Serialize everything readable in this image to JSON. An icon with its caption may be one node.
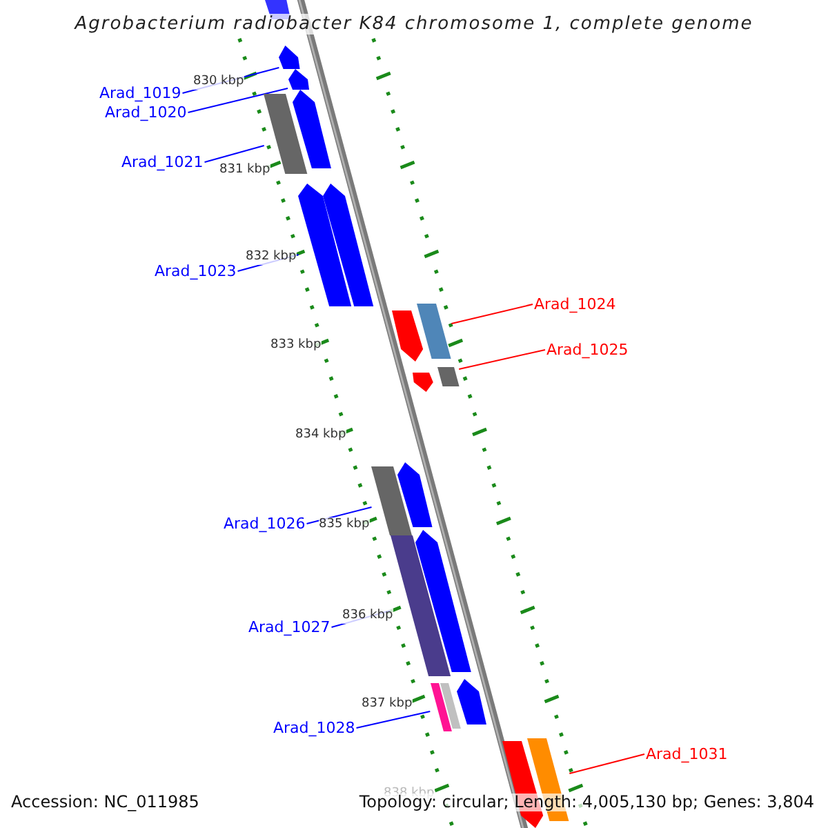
{
  "diagram": {
    "title": "Agrobacterium radiobacter K84 chromosome 1, complete genome",
    "nodes": [
      {
        "text": [
          "Arad_1019"
        ]
      },
      {
        "text": [
          "Arad_1020"
        ]
      },
      {
        "text": [
          "Arad_1021"
        ]
      },
      {
        "text": [
          "Arad_1023"
        ]
      },
      {
        "text": [
          "Arad_1024"
        ]
      },
      {
        "text": [
          "Arad_1025"
        ]
      },
      {
        "text": [
          "Arad_1026"
        ]
      },
      {
        "text": [
          "Arad_1027"
        ]
      },
      {
        "text": [
          "Arad_1028"
        ]
      },
      {
        "text": [
          "Arad_1031"
        ]
      },
      {
        "text": [],
        "shape": "arrow"
      },
      {
        "text": [],
        "shape": "arrow"
      },
      {
        "text": [],
        "shape": "bar"
      },
      {
        "text": [],
        "shape": "arrow"
      },
      {
        "text": [],
        "shape": "bar"
      },
      {
        "text": [],
        "shape": "bar"
      },
      {
        "text": [],
        "shape": "bar"
      },
      {
        "text": [],
        "shape": "bar"
      },
      {
        "text": [],
        "shape": "bar"
      },
      {
        "text": [],
        "shape": "bar"
      },
      {
        "text": [],
        "shape": "arrow"
      },
      {
        "text": [],
        "shape": "arrow"
      },
      {
        "text": [],
        "shape": "arrow"
      },
      {
        "text": [],
        "shape": "arrow"
      },
      {
        "text": [],
        "shape": "arrow"
      },
      {
        "text": [],
        "shape": "arrow"
      },
      {
        "text": [],
        "shape": "arrow"
      },
      {
        "text": [],
        "shape": "bar"
      },
      {
        "text": [],
        "shape": "arrow"
      },
      {
        "text": [],
        "shape": "arrow"
      }
    ],
    "edges": [
      {
        "from": 0,
        "to": 10,
        "arrow": "none"
      },
      {
        "from": 1,
        "to": 11,
        "arrow": "none"
      },
      {
        "from": 2,
        "to": 12,
        "arrow": "none"
      },
      {
        "from": 3,
        "to": 13,
        "arrow": "none"
      },
      {
        "from": 4,
        "to": 14,
        "arrow": "none",
        "color": "#ff0000"
      },
      {
        "from": 5,
        "to": 15,
        "arrow": "none",
        "color": "#ff0000"
      },
      {
        "from": 6,
        "to": 16,
        "arrow": "none"
      },
      {
        "from": 7,
        "to": 17,
        "arrow": "none"
      },
      {
        "from": 8,
        "to": 18,
        "arrow": "none"
      },
      {
        "from": 9,
        "to": 19,
        "arrow": "none",
        "color": "#ff0000"
      }
    ],
    "labels": [
      "830 kbp",
      "831 kbp",
      "832 kbp",
      "833 kbp",
      "834 kbp",
      "835 kbp",
      "836 kbp",
      "837 kbp",
      "838 kbp",
      "Accession: NC_011985",
      "Topology: circular; Length: 4,005,130 bp; Genes: 3,804"
    ]
  }
}
